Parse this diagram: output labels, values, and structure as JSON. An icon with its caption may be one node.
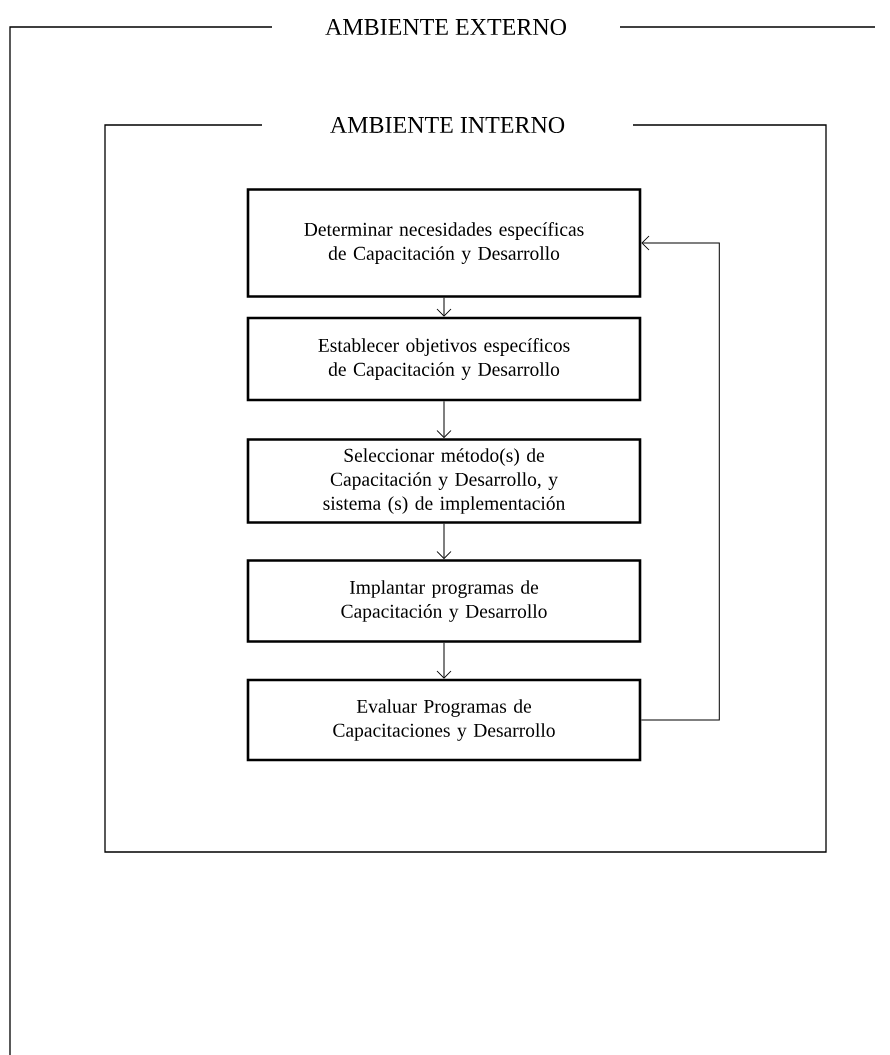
{
  "diagram": {
    "nodes": [
      {
        "text": [
          "AMBIENTE EXTERNO"
        ]
      },
      {
        "text": [
          "AMBIENTE INTERNO"
        ],
        "in": 0
      },
      {
        "text": [
          "Determinar necesidades específicas de Capacitación y Desarrollo"
        ],
        "in": 1
      },
      {
        "text": [
          "Establecer objetivos específicos de Capacitación y Desarrollo"
        ],
        "in": 1
      },
      {
        "text": [
          "Seleccionar método(s) de Capacitación y Desarrollo, y sistema (s) de implementación"
        ],
        "in": 1
      },
      {
        "text": [
          "Implantar programas de Capacitación y Desarrollo"
        ],
        "in": 1
      },
      {
        "text": [
          "Evaluar Programas de Capacitaciones y Desarrollo"
        ],
        "in": 1
      }
    ],
    "edges": [
      {
        "from": 2,
        "to": 3,
        "arrow": "to"
      },
      {
        "from": 3,
        "to": 4,
        "arrow": "to"
      },
      {
        "from": 4,
        "to": 5,
        "arrow": "to"
      },
      {
        "from": 5,
        "to": 6,
        "arrow": "to"
      },
      {
        "from": 6,
        "to": 2,
        "arrow": "to"
      }
    ]
  }
}
